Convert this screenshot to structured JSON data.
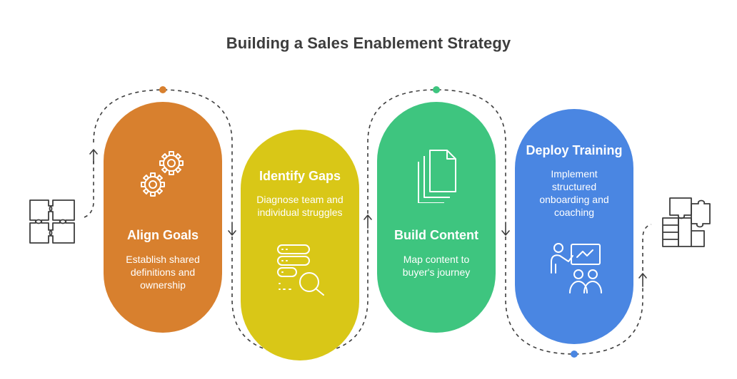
{
  "title": "Building a Sales Enablement Strategy",
  "colors": {
    "align": "#d8802e",
    "identify": "#d9c717",
    "build": "#3ec57f",
    "deploy": "#4a86e2",
    "text_dark": "#3d3d3d",
    "dashed_line": "#3d3d3d"
  },
  "steps": [
    {
      "title": "Align Goals",
      "description": "Establish shared definitions and ownership",
      "icon": "gears-icon"
    },
    {
      "title": "Identify Gaps",
      "description": "Diagnose team and individual struggles",
      "icon": "database-search-icon"
    },
    {
      "title": "Build Content",
      "description": "Map content to buyer's journey",
      "icon": "documents-icon"
    },
    {
      "title": "Deploy Training",
      "description": "Implement structured onboarding and coaching",
      "icon": "presentation-training-icon"
    }
  ],
  "side_icons": {
    "left": "puzzle-icon",
    "right": "puzzle-book-icon"
  }
}
